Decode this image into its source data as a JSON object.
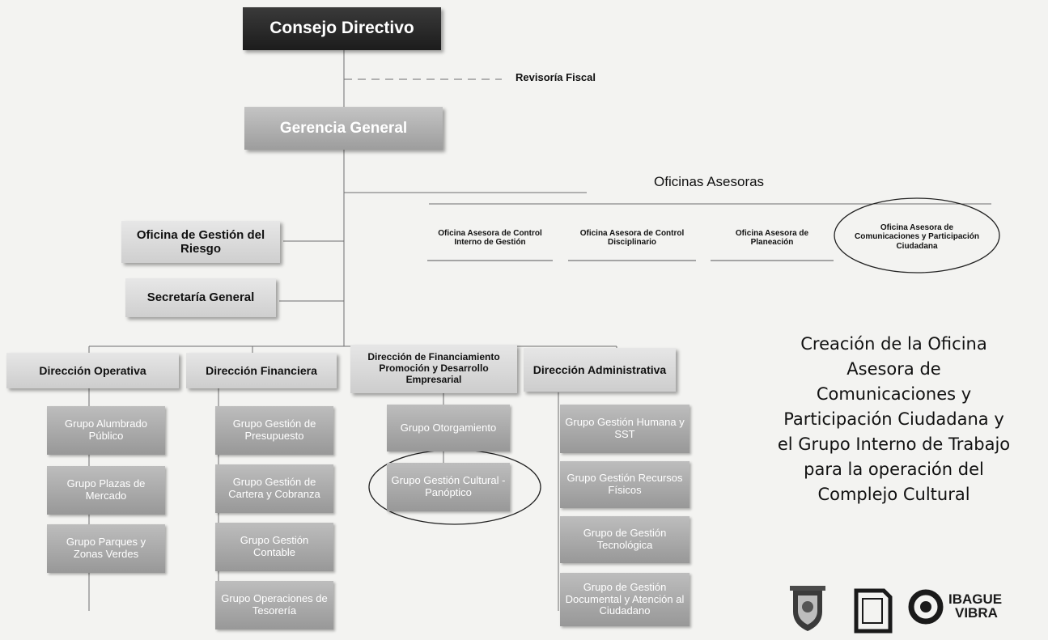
{
  "org_chart": {
    "board": "Consejo Directivo",
    "fiscal_review": "Revisoría Fiscal",
    "general_management": "Gerencia  General",
    "risk_office": "Oficina de Gestión del Riesgo",
    "general_secretariat": "Secretaría General",
    "advisory_heading": "Oficinas Asesoras",
    "advisory_offices": [
      "Oficina Asesora de Control Interno de Gestión",
      "Oficina Asesora de Control Disciplinario",
      "Oficina Asesora de Planeación",
      "Oficina Asesora  de Comunicaciones y Participación Ciudadana"
    ],
    "directorates": [
      {
        "name": "Dirección Operativa",
        "groups": [
          "Grupo Alumbrado Público",
          "Grupo Plazas de Mercado",
          "Grupo Parques y Zonas Verdes"
        ]
      },
      {
        "name": "Dirección Financiera",
        "groups": [
          "Grupo Gestión de Presupuesto",
          "Grupo Gestión  de Cartera y Cobranza",
          "Grupo Gestión Contable",
          "Grupo Operaciones de Tesorería"
        ]
      },
      {
        "name": "Dirección de Financiamiento Promoción y Desarrollo Empresarial",
        "groups": [
          "Grupo Otorgamiento",
          "Grupo  Gestión Cultural - Panóptico"
        ]
      },
      {
        "name": "Dirección Administrativa",
        "groups": [
          "Grupo Gestión Humana y SST",
          "Grupo Gestión Recursos Físicos",
          "Grupo de Gestión Tecnológica",
          "Grupo de Gestión Documental y Atención al Ciudadano"
        ]
      }
    ]
  },
  "side_note": {
    "lines": [
      "Creación de la Oficina",
      "Asesora de",
      "Comunicaciones y",
      "Participación Ciudadana y",
      "el Grupo Interno de Trabajo",
      "para la operación del",
      "Complejo Cultural"
    ]
  },
  "logos": {
    "brand_line1": "IBAGUE",
    "brand_line2": "VIBRA",
    "brand_color": "#1a1a1a"
  }
}
